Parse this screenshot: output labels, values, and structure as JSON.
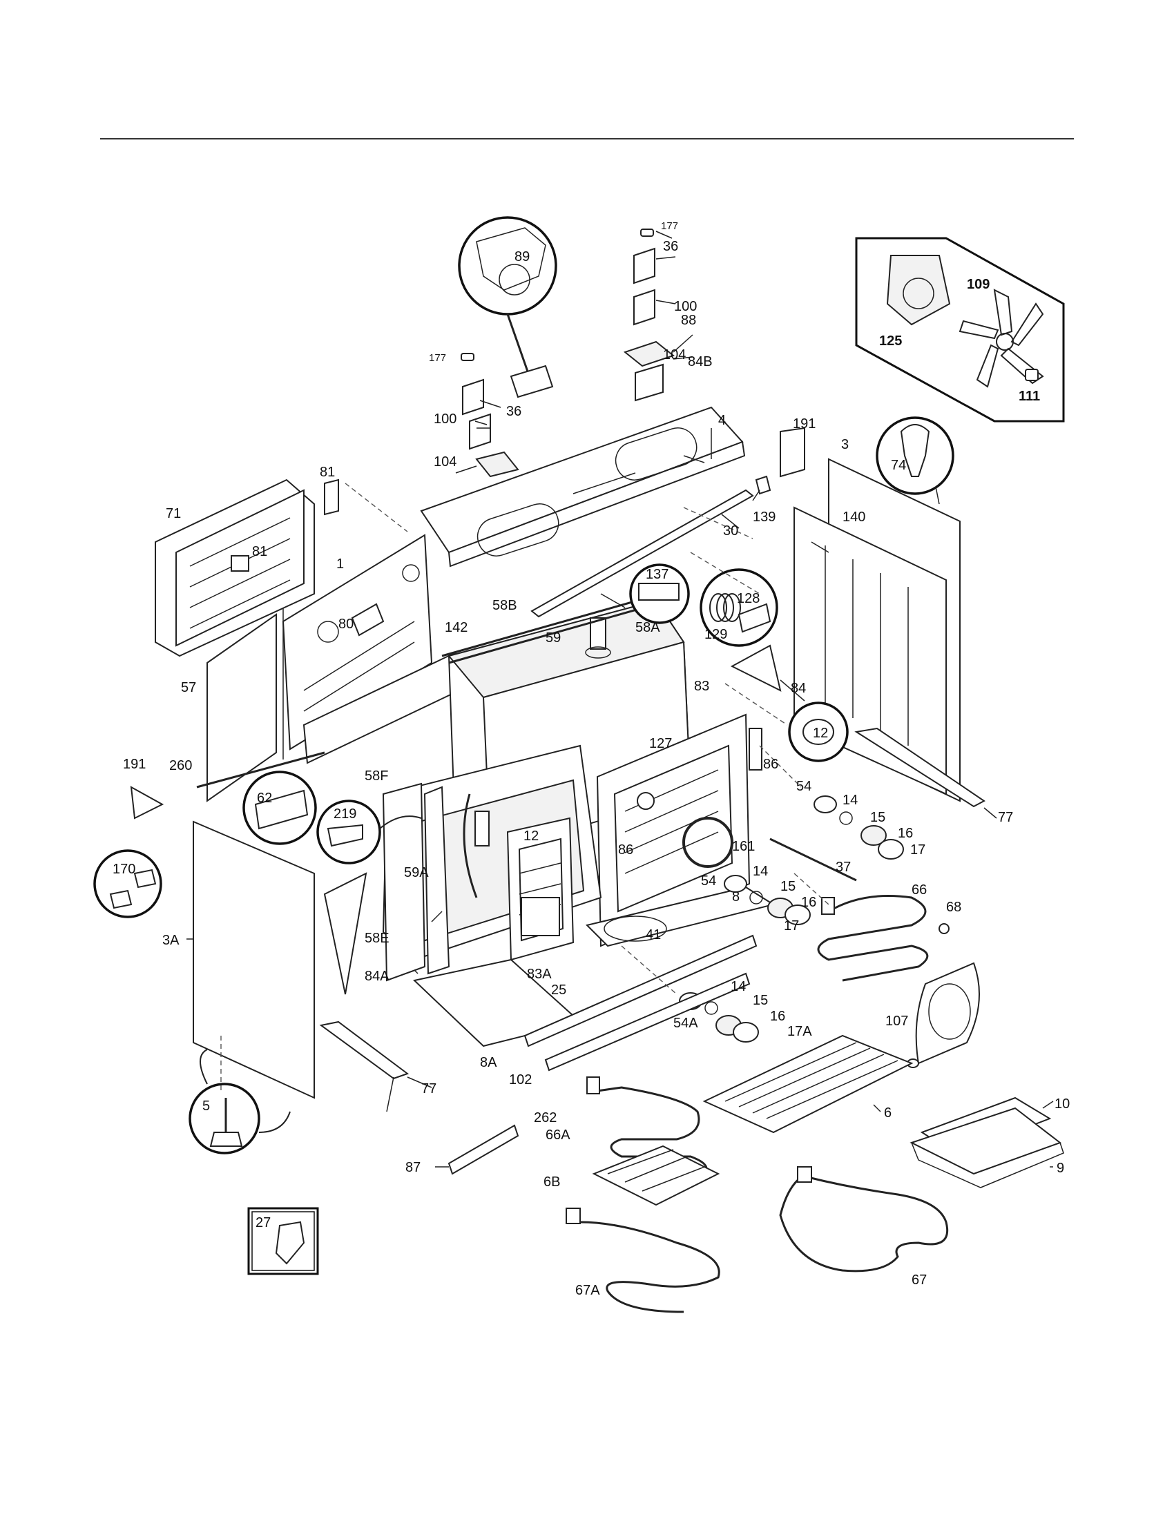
{
  "labels": {
    "l177a": "177",
    "l36a": "36",
    "l100a": "100",
    "l104a": "104",
    "l84B": "84B",
    "l89": "89",
    "l177b": "177",
    "l36b": "36",
    "l100b": "100",
    "l104b": "104",
    "l88": "88",
    "l4": "4",
    "l109": "109",
    "l125": "125",
    "l111": "111",
    "l191a": "191",
    "l3": "3",
    "l74": "74",
    "l81a": "81",
    "l71": "71",
    "l81b": "81",
    "l1": "1",
    "l80": "80",
    "l30": "30",
    "l139": "139",
    "l140": "140",
    "l58B": "58B",
    "l142": "142",
    "l137": "137",
    "l128": "128",
    "l129": "129",
    "l59": "59",
    "l58A": "58A",
    "l57": "57",
    "l83": "83",
    "l84": "84",
    "l12a": "12",
    "l191b": "191",
    "l260": "260",
    "l58F": "58F",
    "l62": "62",
    "l127": "127",
    "l86a": "86",
    "l77a": "77",
    "l54a": "54",
    "l14a": "14",
    "l15a": "15",
    "l16a": "16",
    "l17a": "17",
    "l219": "219",
    "l170": "170",
    "l12b": "12",
    "l86b": "86",
    "l161": "161",
    "l37": "37",
    "l59A": "59A",
    "l54b": "54",
    "l14b": "14",
    "l15b": "15",
    "l16b": "16",
    "l66": "66",
    "l68": "68",
    "l8": "8",
    "l17b": "17",
    "l3A": "3A",
    "l58E": "58E",
    "l84A": "84A",
    "l41": "41",
    "l83A": "83A",
    "l25": "25",
    "l14c": "14",
    "l15c": "15",
    "l16c": "16",
    "l17A": "17A",
    "l54A": "54A",
    "l107": "107",
    "l8A": "8A",
    "l102": "102",
    "l262": "262",
    "l77b": "77",
    "l5": "5",
    "l66A": "66A",
    "l6": "6",
    "l10": "10",
    "l87": "87",
    "l6B": "6B",
    "l9": "9",
    "l27": "27",
    "l67A": "67A",
    "l67": "67"
  }
}
